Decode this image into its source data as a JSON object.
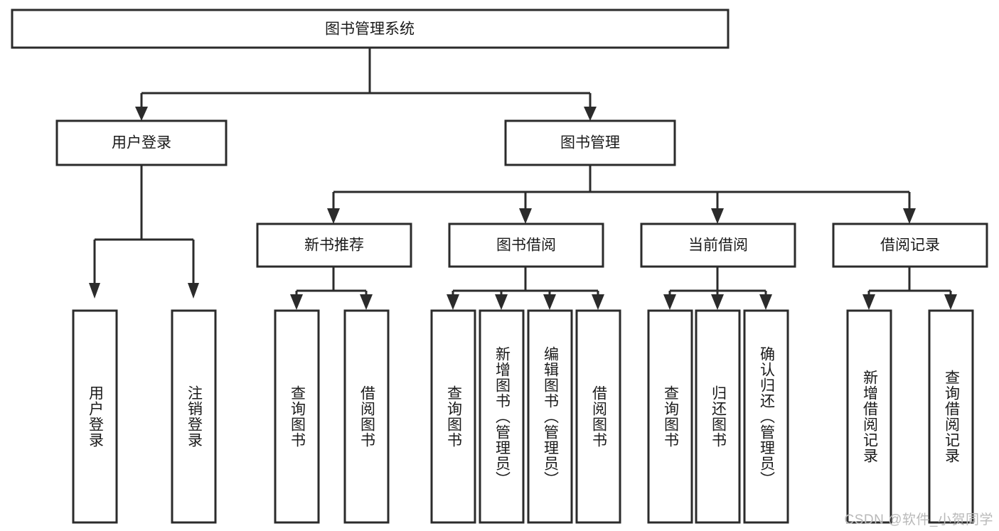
{
  "diagram": {
    "type": "tree-hierarchy-chart",
    "title": "图书管理系统",
    "root": {
      "id": "root",
      "label": "图书管理系统"
    },
    "level2": [
      {
        "id": "user-login",
        "label": "用户登录"
      },
      {
        "id": "book-manage",
        "label": "图书管理"
      }
    ],
    "level3": [
      {
        "id": "new-book-recommend",
        "label": "新书推荐",
        "parent": "book-manage"
      },
      {
        "id": "book-borrow",
        "label": "图书借阅",
        "parent": "book-manage"
      },
      {
        "id": "current-borrow",
        "label": "当前借阅",
        "parent": "book-manage"
      },
      {
        "id": "borrow-record",
        "label": "借阅记录",
        "parent": "book-manage"
      }
    ],
    "leaves": [
      {
        "id": "leaf-user-login",
        "label": "用户登录",
        "parent": "user-login"
      },
      {
        "id": "leaf-user-logout",
        "label": "注销登录",
        "parent": "user-login"
      },
      {
        "id": "leaf-query-book-1",
        "label": "查询图书",
        "parent": "new-book-recommend"
      },
      {
        "id": "leaf-borrow-book-1",
        "label": "借阅图书",
        "parent": "new-book-recommend"
      },
      {
        "id": "leaf-query-book-2",
        "label": "查询图书",
        "parent": "book-borrow"
      },
      {
        "id": "leaf-add-book",
        "label": "新增图书（管理员）",
        "parent": "book-borrow"
      },
      {
        "id": "leaf-edit-book",
        "label": "编辑图书（管理员）",
        "parent": "book-borrow"
      },
      {
        "id": "leaf-borrow-book-2",
        "label": "借阅图书",
        "parent": "book-borrow"
      },
      {
        "id": "leaf-query-book-3",
        "label": "查询图书",
        "parent": "current-borrow"
      },
      {
        "id": "leaf-return-book",
        "label": "归还图书",
        "parent": "current-borrow"
      },
      {
        "id": "leaf-confirm-return",
        "label": "确认归还（管理员）",
        "parent": "current-borrow"
      },
      {
        "id": "leaf-add-record",
        "label": "新增借阅记录",
        "parent": "borrow-record"
      },
      {
        "id": "leaf-query-record",
        "label": "查询借阅记录",
        "parent": "borrow-record"
      }
    ],
    "colors": {
      "stroke": "#2b2b2b",
      "fill": "#ffffff",
      "text": "#1a1a1a",
      "watermark": "#b9b9b9"
    }
  },
  "watermark": {
    "text": "CSDN @软件_小贺同学"
  }
}
